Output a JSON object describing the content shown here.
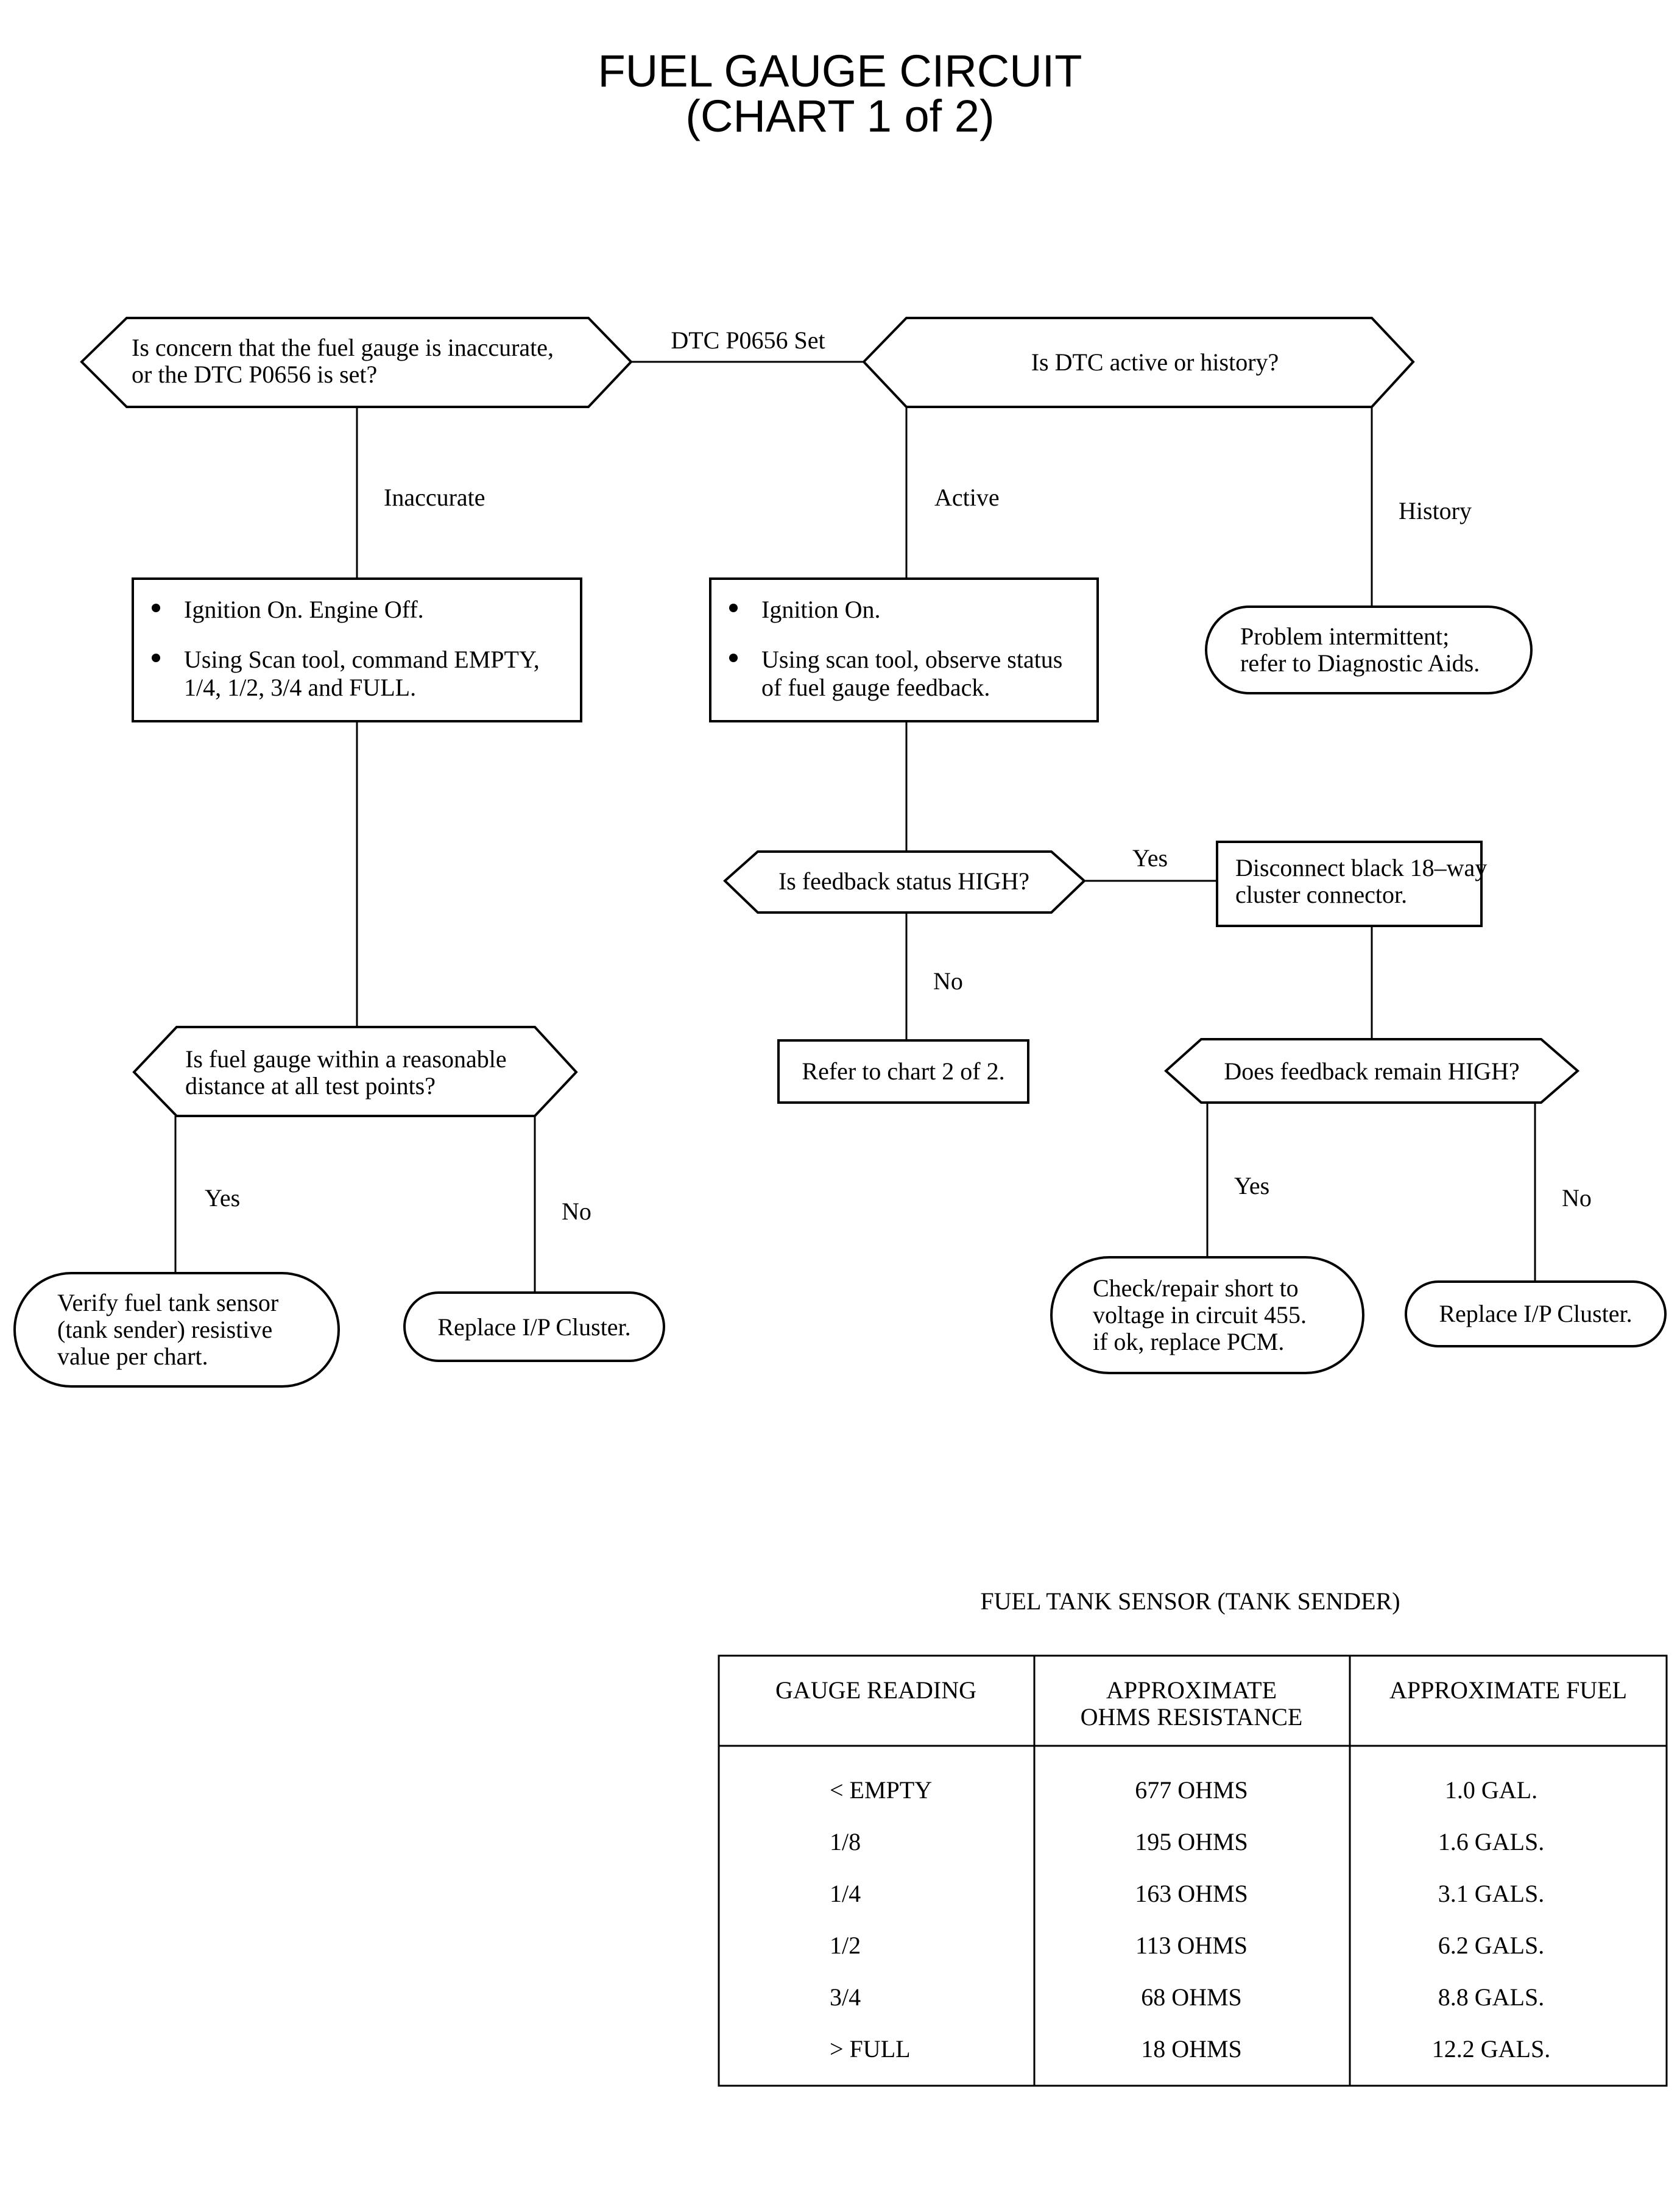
{
  "title": {
    "line1": "FUEL GAUGE CIRCUIT",
    "line2": "(CHART 1 of 2)"
  },
  "nodes": {
    "q_concern": {
      "line1": "Is concern that the fuel gauge is inaccurate,",
      "line2": "or the DTC P0656 is set?"
    },
    "q_active_history": {
      "line1": "Is DTC active or history?"
    },
    "box_ignition_left": {
      "bullet1": "Ignition On. Engine Off.",
      "bullet2_line1": "Using Scan tool, command EMPTY,",
      "bullet2_line2": "1/4, 1/2, 3/4 and FULL."
    },
    "box_ignition_mid": {
      "bullet1": "Ignition On.",
      "bullet2_line1": "Using scan tool, observe status",
      "bullet2_line2": "of fuel gauge feedback."
    },
    "term_intermittent": {
      "line1": "Problem intermittent;",
      "line2": "refer to Diagnostic Aids."
    },
    "q_feedback_high": {
      "line1": "Is feedback status HIGH?"
    },
    "box_disconnect": {
      "line1": "Disconnect black 18–way",
      "line2": "cluster connector."
    },
    "box_chart2": {
      "line1": "Refer to chart 2 of 2."
    },
    "q_within_reasonable": {
      "line1": "Is fuel gauge within a reasonable",
      "line2": "distance at all test points?"
    },
    "q_remain_high": {
      "line1": "Does feedback remain HIGH?"
    },
    "term_verify_sensor": {
      "line1": "Verify fuel tank sensor",
      "line2": "(tank sender) resistive",
      "line3": "value per chart."
    },
    "term_replace_left": {
      "line1": "Replace I/P Cluster."
    },
    "term_check_short": {
      "line1": "Check/repair short to",
      "line2": "voltage in circuit 455.",
      "line3": "if ok, replace PCM."
    },
    "term_replace_right": {
      "line1": "Replace I/P Cluster."
    }
  },
  "edge_labels": {
    "dtc_set": "DTC P0656 Set",
    "inaccurate": "Inaccurate",
    "active": "Active",
    "history": "History",
    "yes_feedback": "Yes",
    "no_feedback": "No",
    "yes_reasonable": "Yes",
    "no_reasonable": "No",
    "yes_remain": "Yes",
    "no_remain": "No"
  },
  "table": {
    "caption": "FUEL TANK SENSOR (TANK SENDER)",
    "headers": [
      {
        "line1": "GAUGE READING",
        "line2": ""
      },
      {
        "line1": "APPROXIMATE",
        "line2": "OHMS RESISTANCE"
      },
      {
        "line1": "APPROXIMATE FUEL",
        "line2": ""
      }
    ],
    "rows": [
      [
        "< EMPTY",
        "677 OHMS",
        "1.0 GAL."
      ],
      [
        "1/8",
        "195 OHMS",
        "1.6 GALS."
      ],
      [
        "1/4",
        "163 OHMS",
        "3.1 GALS."
      ],
      [
        "1/2",
        "113 OHMS",
        "6.2 GALS."
      ],
      [
        "3/4",
        "68 OHMS",
        "8.8 GALS."
      ],
      [
        "> FULL",
        "18 OHMS",
        "12.2 GALS."
      ]
    ]
  }
}
